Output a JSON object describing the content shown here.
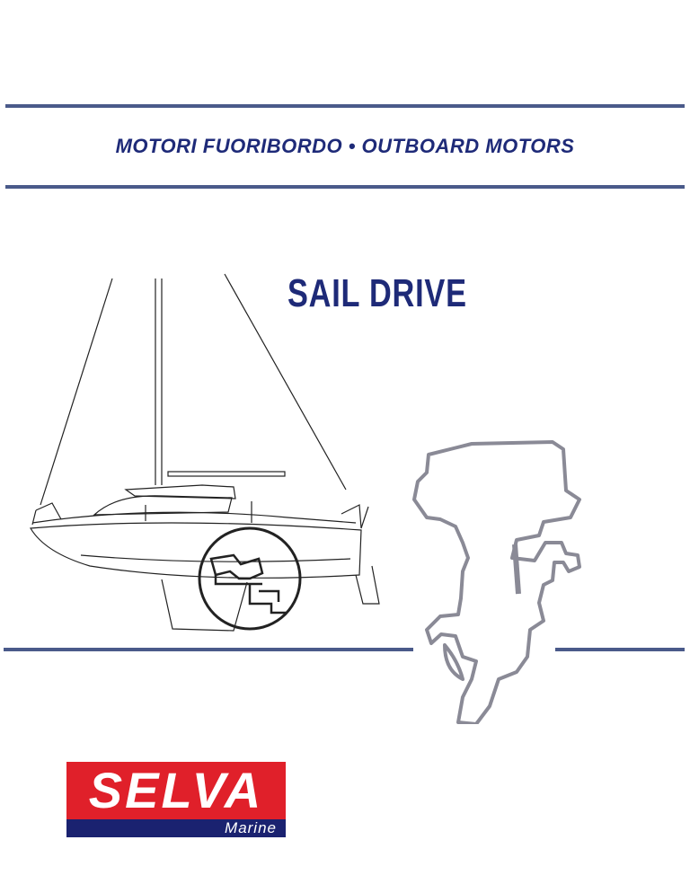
{
  "header": {
    "subtitle": "MOTORI FUORIBORDO • OUTBOARD MOTORS"
  },
  "main": {
    "title": "SAIL DRIVE"
  },
  "logo": {
    "brand": "SELVA",
    "sub": "Marine"
  },
  "colors": {
    "accent": "#1e2a78",
    "rule": "#4a5a8a",
    "logo_red": "#e0202a",
    "logo_blue": "#1a2270"
  }
}
